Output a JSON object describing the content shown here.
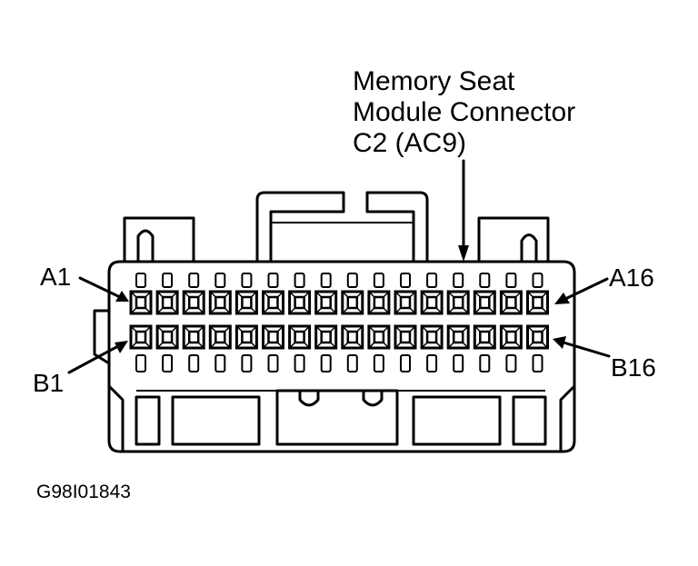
{
  "title_lines": [
    "Memory Seat",
    "Module Connector",
    "C2 (AC9)"
  ],
  "pin_labels": {
    "a_first": "A1",
    "a_last": "A16",
    "b_first": "B1",
    "b_last": "B16"
  },
  "figure_code": "G98I01843",
  "connector": {
    "rows": [
      "A",
      "B"
    ],
    "pins_per_row": 16
  },
  "colors": {
    "ink": "#000000",
    "paper": "#ffffff"
  }
}
